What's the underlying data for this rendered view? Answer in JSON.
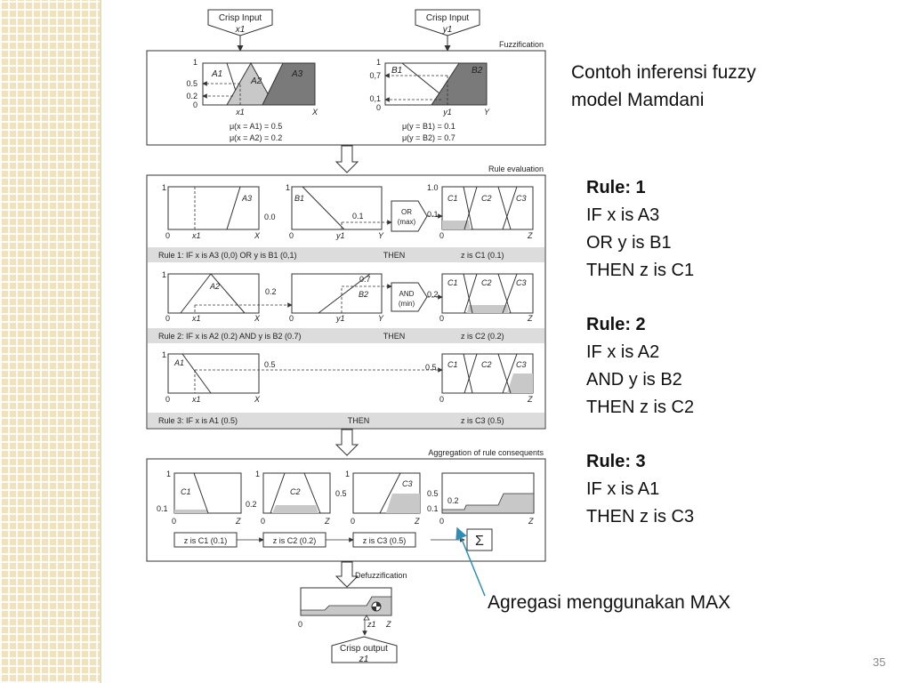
{
  "slide": {
    "title_line1": "Contoh inferensi fuzzy",
    "title_line2": "model Mamdani",
    "rules": [
      {
        "head": "Rule: 1",
        "lines": [
          "IF x is A3",
          "OR y is B1",
          "THEN z is C1"
        ]
      },
      {
        "head": "Rule: 2",
        "lines": [
          "IF x is A2",
          "AND y is B2",
          "THEN z is C2"
        ]
      },
      {
        "head": "Rule: 3",
        "lines": [
          "IF x is A1",
          "THEN z is C3"
        ]
      }
    ],
    "aggregation_note": "Agregasi menggunakan MAX",
    "page_number": "35"
  },
  "diagram": {
    "crisp_input_x": {
      "label": "Crisp Input",
      "var": "x1"
    },
    "crisp_input_y": {
      "label": "Crisp Input",
      "var": "y1"
    },
    "fuzzification": {
      "title": "Fuzzification",
      "x_sets": [
        "A1",
        "A2",
        "A3"
      ],
      "y_sets": [
        "B1",
        "B2"
      ],
      "x_ticks": [
        "1",
        "0.5",
        "0.2",
        "0"
      ],
      "y_ticks": [
        "1",
        "0,7",
        "0,1",
        "0"
      ],
      "x_axis": "X",
      "y_axis": "Y",
      "x_input": "x1",
      "y_input": "y1",
      "mu_x": [
        "μ(x = A1) = 0.5",
        "μ(x = A2) = 0.2"
      ],
      "mu_y": [
        "μ(y = B1) = 0.1",
        "μ(y = B2) = 0.7"
      ]
    },
    "rule_evaluation": {
      "title": "Rule evaluation",
      "rule1": {
        "caption_if": "Rule 1: IF x is A3 (0,0) OR y is B1 (0,1)",
        "caption_then": "THEN",
        "caption_result": "z is C1 (0.1)",
        "a_set": "A3",
        "b_set": "B1",
        "a_val": "0.0",
        "b_val": "0.1",
        "op": "OR",
        "op_sub": "(max)",
        "out_val": "0.1",
        "top_tick": "1.0"
      },
      "rule2": {
        "caption_if": "Rule 2: IF x is A2 (0.2) AND y is B2 (0.7)",
        "caption_then": "THEN",
        "caption_result": "z is C2 (0.2)",
        "a_set": "A2",
        "b_set": "B2",
        "a_val": "0.2",
        "b_val": "0.7",
        "op": "AND",
        "op_sub": "(min)",
        "out_val": "0.2"
      },
      "rule3": {
        "caption_if": "Rule 3: IF x is A1 (0.5)",
        "caption_then": "THEN",
        "caption_result": "z is C3 (0.5)",
        "a_set": "A1",
        "a_val": "0.5",
        "out_val": "0.5"
      },
      "c_sets": [
        "C1",
        "C2",
        "C3"
      ],
      "labels": {
        "one": "1",
        "zero": "0",
        "x1": "x1",
        "y1": "y1",
        "X": "X",
        "Y": "Y",
        "Z": "Z"
      }
    },
    "aggregation": {
      "title": "Aggregation of rule consequents",
      "boxes": [
        {
          "set": "C1",
          "level": "0.1",
          "top": "1"
        },
        {
          "set": "C2",
          "level": "0.2",
          "top": "1"
        },
        {
          "set": "C3",
          "level": "0.5",
          "top": "1"
        }
      ],
      "agg_levels": [
        "0.5",
        "0.2",
        "0.1"
      ],
      "chips": [
        "z is C1 (0.1)",
        "z is C2 (0.2)",
        "z is C3 (0.5)"
      ],
      "sigma": "Σ",
      "zero": "0",
      "Z": "Z"
    },
    "defuzzification": {
      "title": "Defuzzification",
      "zero": "0",
      "z1": "z1",
      "Z": "Z"
    },
    "crisp_output": {
      "label": "Crisp output",
      "var": "z1"
    }
  },
  "colors": {
    "highlight_fill": "#c8c8c8",
    "dark_fill": "#7a7a7a",
    "band": "#dcdcdc",
    "pointer": "#2d8fb8",
    "pattern": "#efe2bd"
  }
}
